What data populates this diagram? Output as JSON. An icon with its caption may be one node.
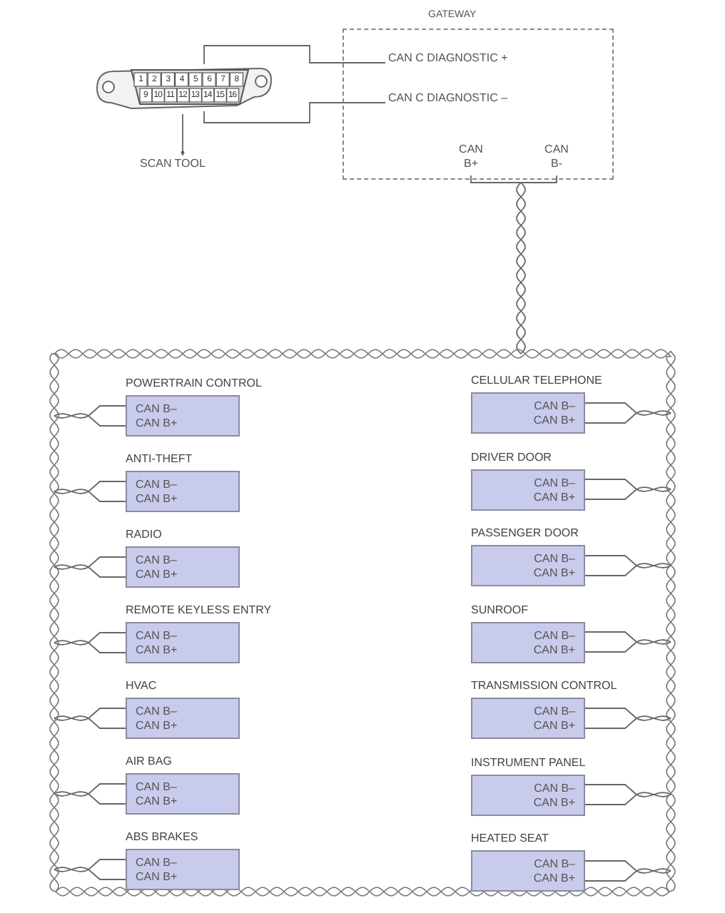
{
  "diagram": {
    "nodes": [
      {
        "text": [
          "GATEWAY"
        ]
      },
      {
        "text": [
          "CAN C DIAGNOSTIC +"
        ],
        "in": 0
      },
      {
        "text": [
          "CAN C DIAGNOSTIC –"
        ],
        "in": 0
      },
      {
        "text": [
          "CAN B+"
        ],
        "in": 0
      },
      {
        "text": [
          "CAN B-"
        ],
        "in": 0
      },
      {
        "text": [],
        "shape": "connector"
      },
      {
        "text": [
          "SCAN TOOL"
        ]
      },
      {
        "text": [],
        "shape": "cable"
      },
      {
        "text": [
          "POWERTRAIN CONTROL",
          "CAN B–",
          "CAN B+"
        ],
        "in": 7
      },
      {
        "text": [
          "ANTI-THEFT",
          "CAN B–",
          "CAN B+"
        ],
        "in": 7
      },
      {
        "text": [
          "RADIO",
          "CAN B–",
          "CAN B+"
        ],
        "in": 7
      },
      {
        "text": [
          "REMOTE KEYLESS ENTRY",
          "CAN B–",
          "CAN B+"
        ],
        "in": 7
      },
      {
        "text": [
          "HVAC",
          "CAN B–",
          "CAN B+"
        ],
        "in": 7
      },
      {
        "text": [
          "AIR BAG",
          "CAN B–",
          "CAN B+"
        ],
        "in": 7
      },
      {
        "text": [
          "ABS BRAKES",
          "CAN B–",
          "CAN B+"
        ],
        "in": 7
      },
      {
        "text": [
          "CELLULAR TELEPHONE",
          "CAN B–",
          "CAN B+"
        ],
        "in": 7
      },
      {
        "text": [
          "DRIVER DOOR",
          "CAN B–",
          "CAN B+"
        ],
        "in": 7
      },
      {
        "text": [
          "PASSENGER DOOR",
          "CAN B–",
          "CAN B+"
        ],
        "in": 7
      },
      {
        "text": [
          "SUNROOF",
          "CAN B–",
          "CAN B+"
        ],
        "in": 7
      },
      {
        "text": [
          "TRANSMISSION CONTROL",
          "CAN B–",
          "CAN B+"
        ],
        "in": 7
      },
      {
        "text": [
          "INSTRUMENT PANEL",
          "CAN B–",
          "CAN B+"
        ],
        "in": 7
      },
      {
        "text": [
          "HEATED SEAT",
          "CAN B–",
          "CAN B+"
        ],
        "in": 7
      }
    ],
    "edges": [
      {
        "from": 5,
        "to": 1,
        "arrow": "none"
      },
      {
        "from": 5,
        "to": 2,
        "arrow": "none"
      },
      {
        "from": 6,
        "to": 5,
        "arrow": "none"
      },
      {
        "from": 3,
        "to": 7,
        "arrow": "none"
      },
      {
        "from": 4,
        "to": 7,
        "arrow": "none"
      },
      {
        "from": 7,
        "to": 8,
        "arrow": "none"
      },
      {
        "from": 7,
        "to": 9,
        "arrow": "none"
      },
      {
        "from": 7,
        "to": 10,
        "arrow": "none"
      },
      {
        "from": 7,
        "to": 11,
        "arrow": "none"
      },
      {
        "from": 7,
        "to": 12,
        "arrow": "none"
      },
      {
        "from": 7,
        "to": 13,
        "arrow": "none"
      },
      {
        "from": 7,
        "to": 14,
        "arrow": "none"
      },
      {
        "from": 7,
        "to": 15,
        "arrow": "none"
      },
      {
        "from": 7,
        "to": 16,
        "arrow": "none"
      },
      {
        "from": 7,
        "to": 17,
        "arrow": "none"
      },
      {
        "from": 7,
        "to": 18,
        "arrow": "none"
      },
      {
        "from": 7,
        "to": 19,
        "arrow": "none"
      },
      {
        "from": 7,
        "to": 20,
        "arrow": "none"
      },
      {
        "from": 7,
        "to": 21,
        "arrow": "none"
      }
    ],
    "labels": [
      "1",
      "2",
      "3",
      "4",
      "5",
      "6",
      "7",
      "8",
      "9",
      "10",
      "11",
      "12",
      "13",
      "14",
      "15",
      "16"
    ]
  }
}
